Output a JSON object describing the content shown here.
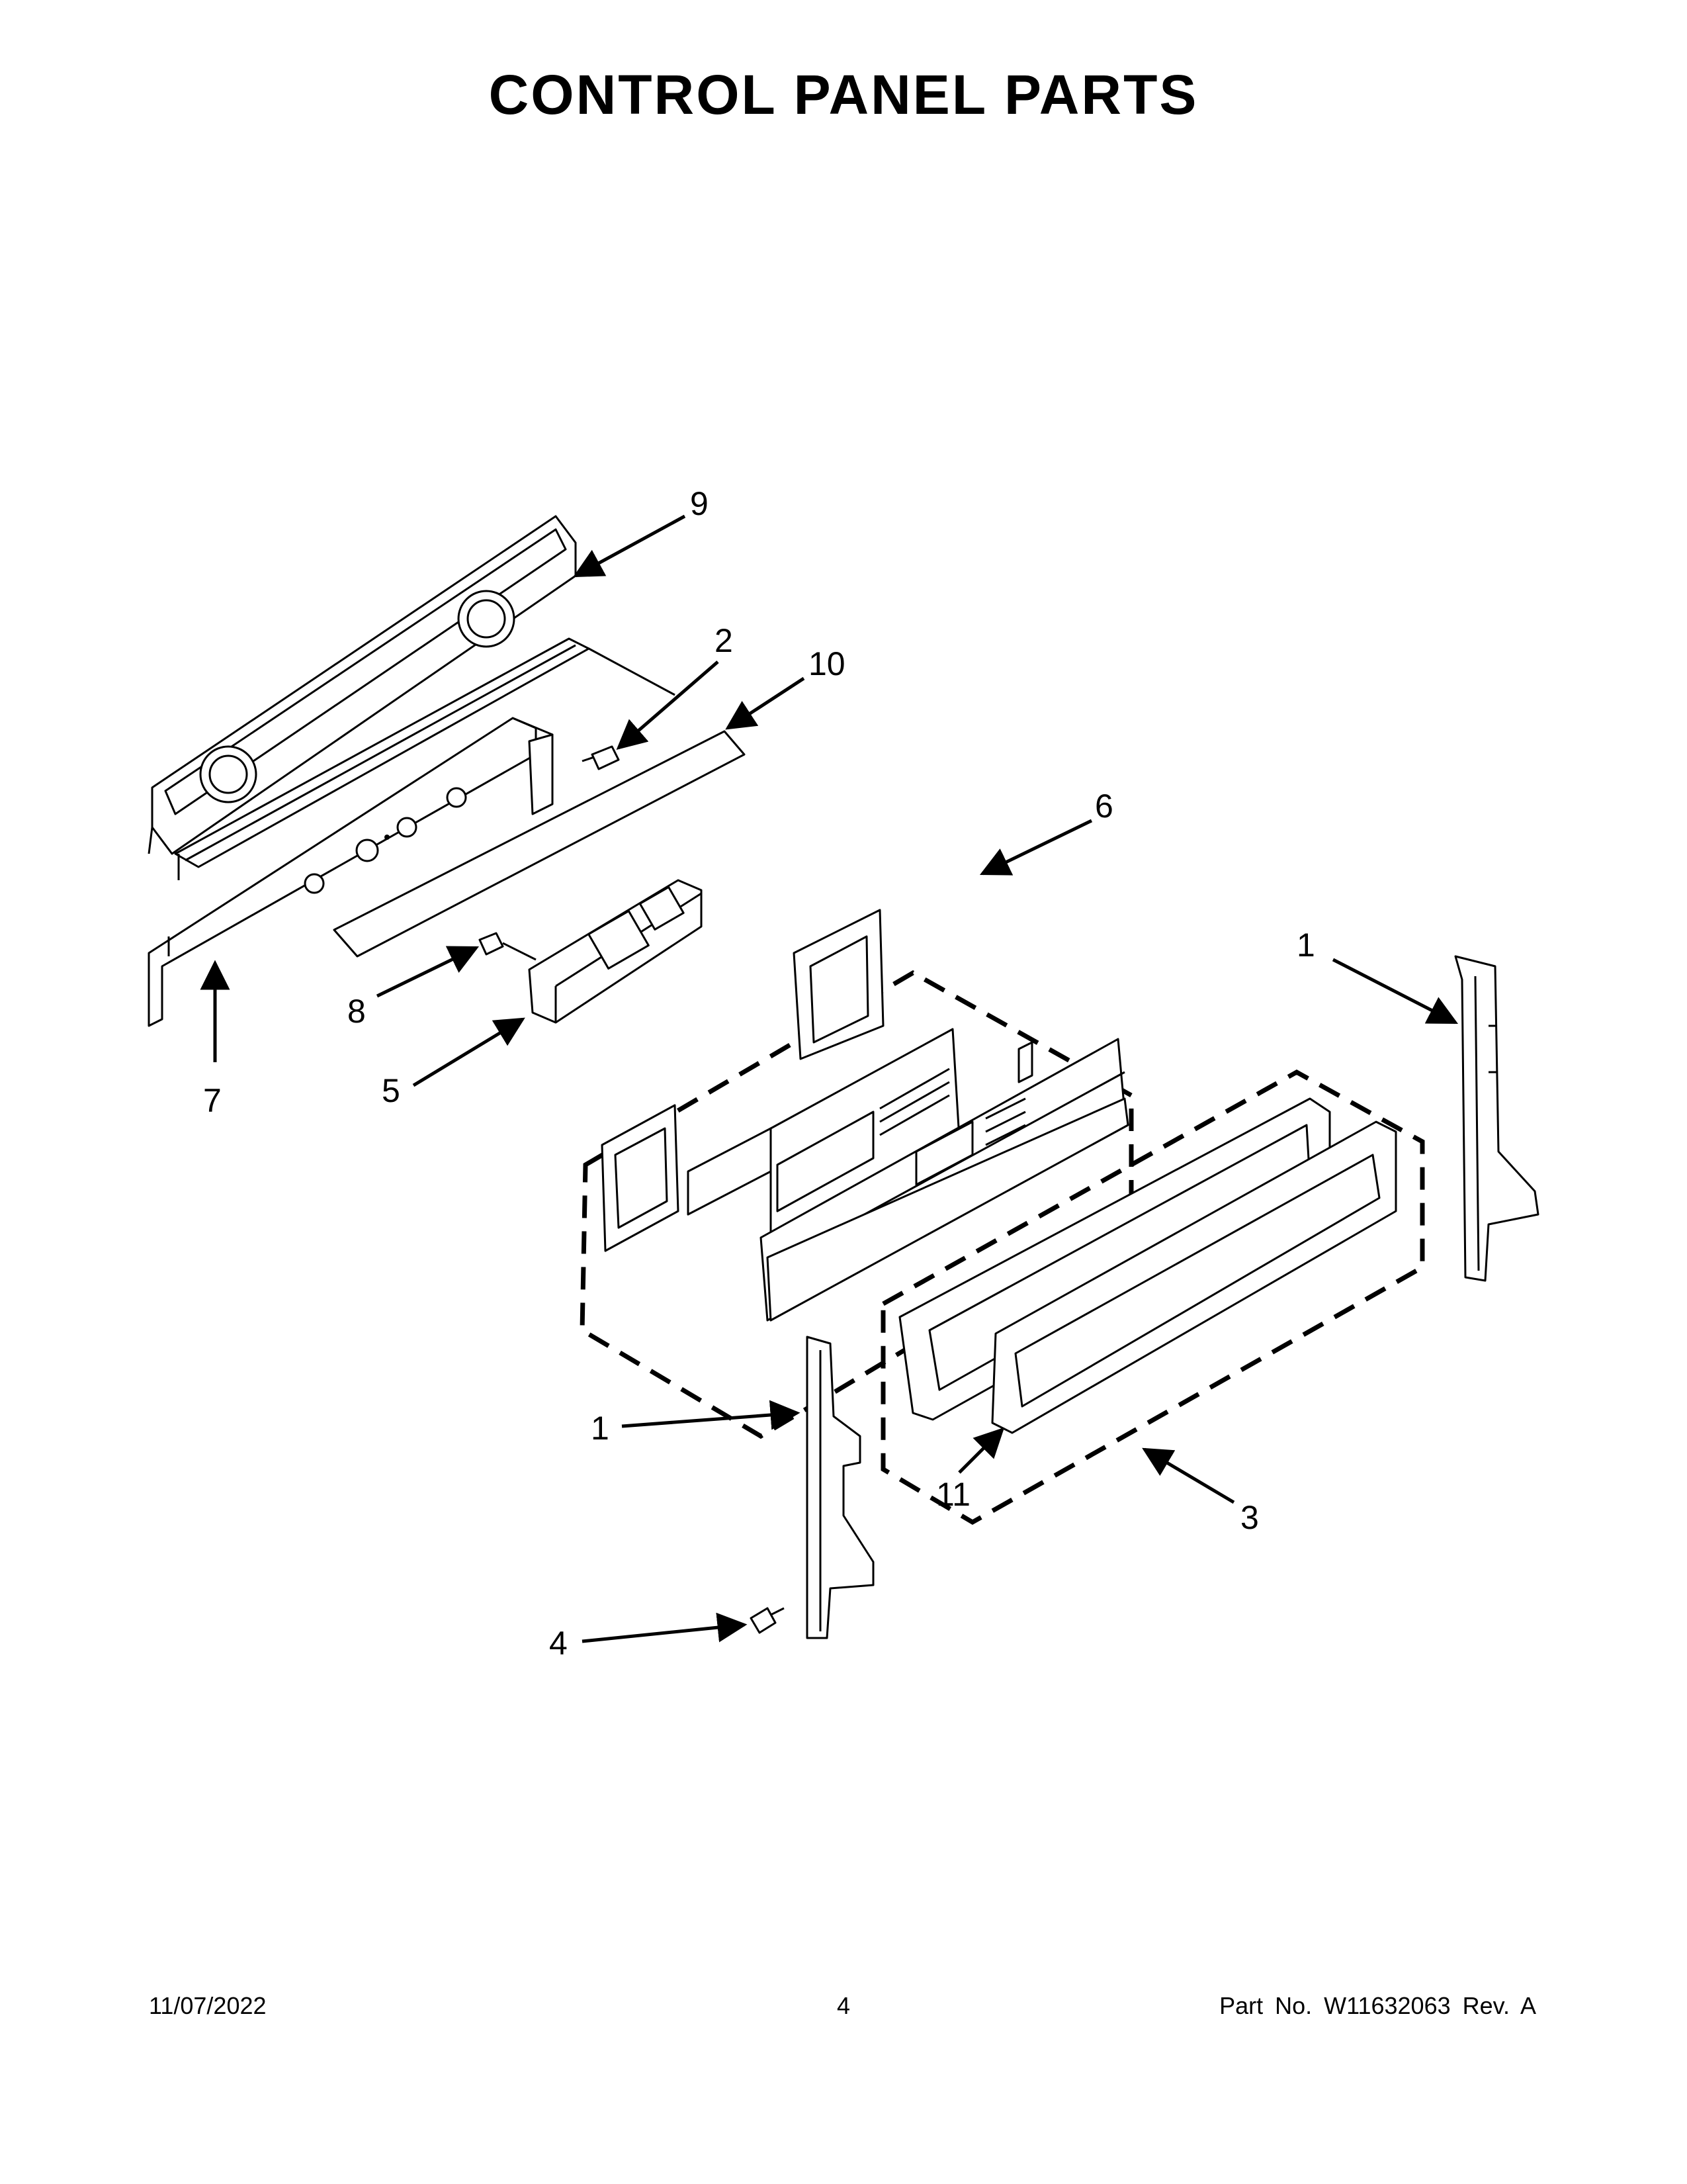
{
  "title": "CONTROL PANEL PARTS",
  "callouts": [
    {
      "label": "9"
    },
    {
      "label": "2"
    },
    {
      "label": "10"
    },
    {
      "label": "6"
    },
    {
      "label": "1"
    },
    {
      "label": "8"
    },
    {
      "label": "5"
    },
    {
      "label": "7"
    },
    {
      "label": "1"
    },
    {
      "label": "11"
    },
    {
      "label": "3"
    },
    {
      "label": "4"
    }
  ],
  "footer": {
    "date": "11/07/2022",
    "page": "4",
    "part": "Part No.  W11632063  Rev.  A"
  }
}
